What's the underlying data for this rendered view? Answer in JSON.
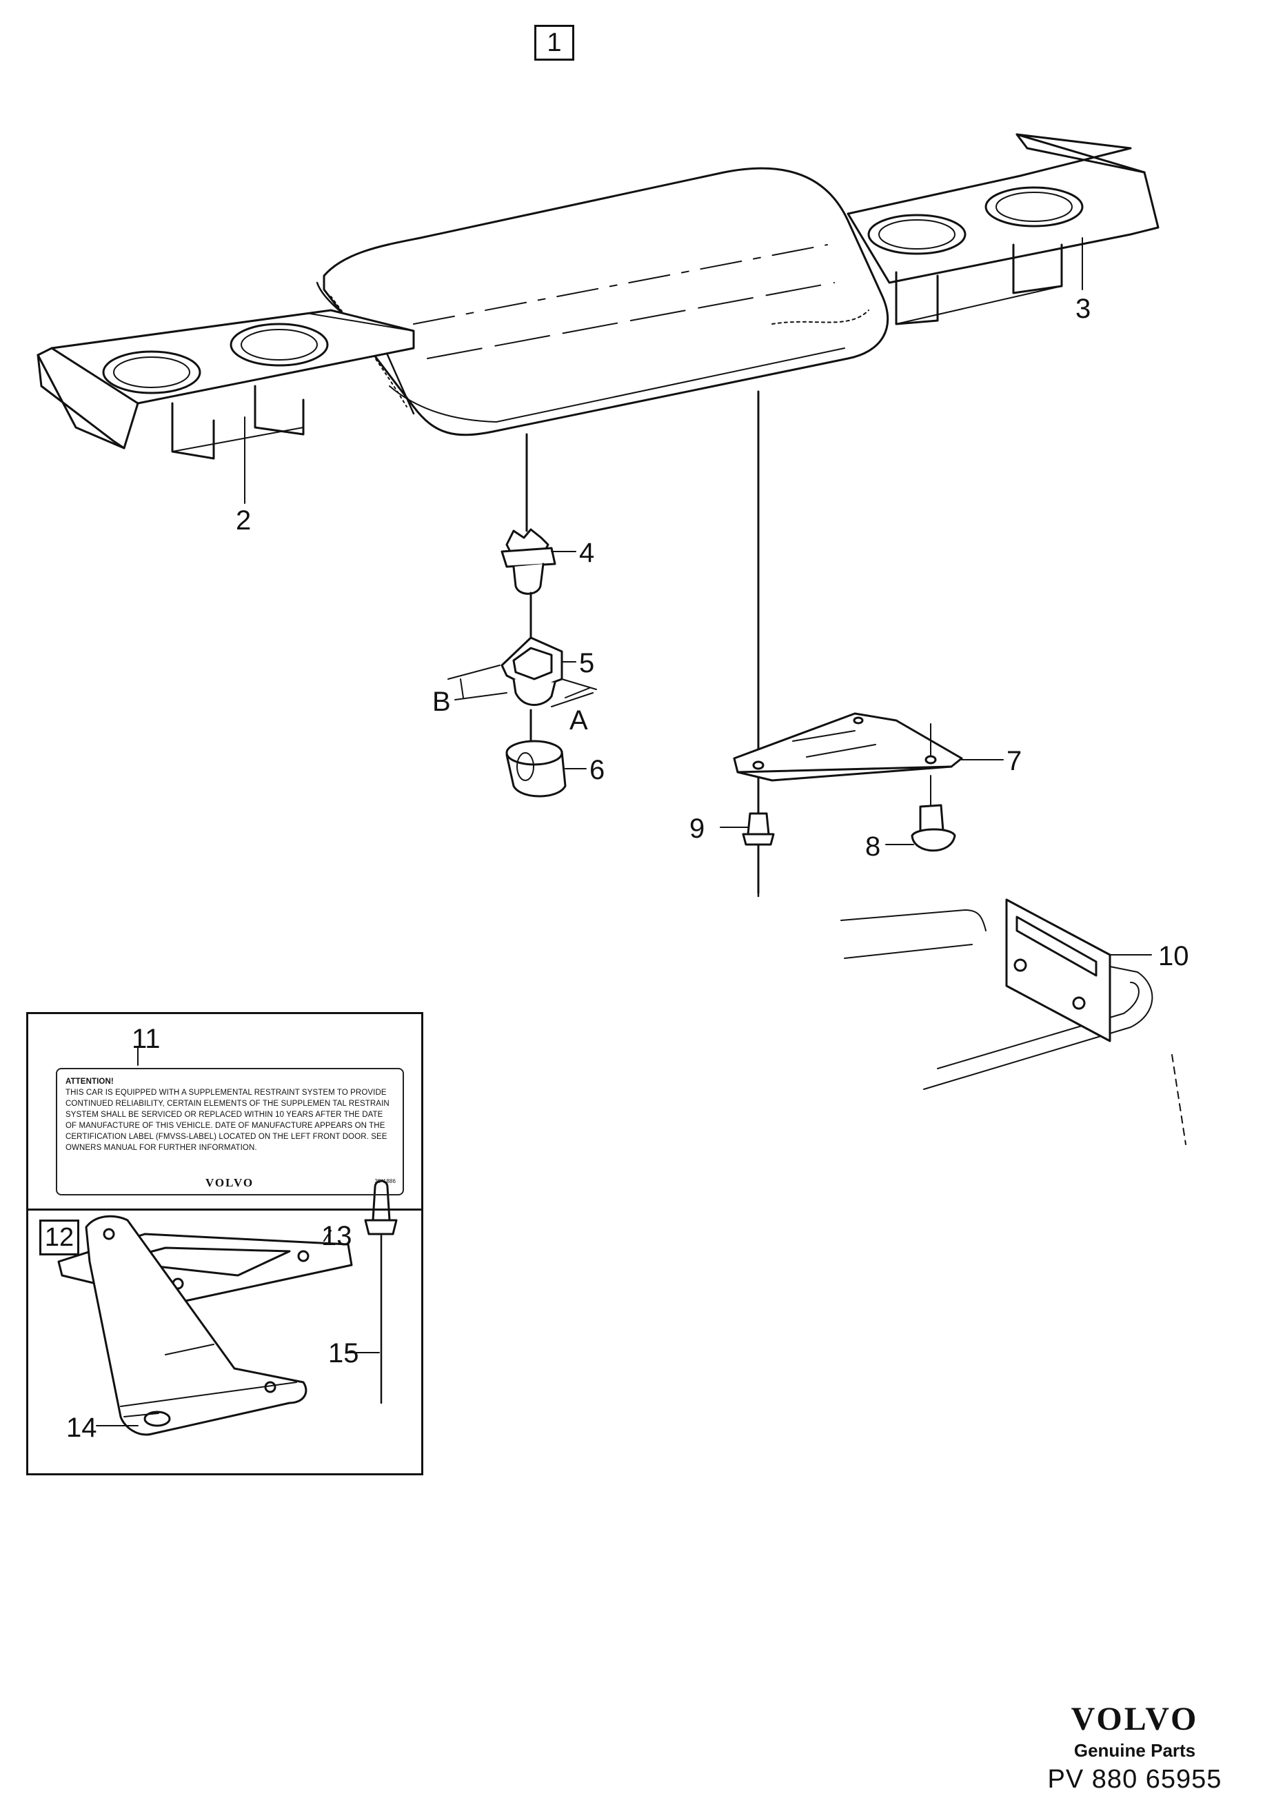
{
  "diagram": {
    "group_box_main": "1",
    "group_box_sub": "12",
    "callouts": [
      "2",
      "3",
      "4",
      "5",
      "6",
      "7",
      "8",
      "9",
      "10",
      "11",
      "13",
      "14",
      "15"
    ],
    "dimension_labels": {
      "a": "A",
      "b": "B"
    }
  },
  "label": {
    "heading": "ATTENTION!",
    "text": "THIS CAR IS EQUIPPED WITH A SUPPLEMENTAL RESTRAINT SYSTEM  TO PROVIDE CONTINUED RELIABILITY, CERTAIN ELEMENTS OF THE SUPPLEMEN TAL RESTRAIN SYSTEM SHALL BE SERVICED OR REPLACED WITHIN 10 YEARS AFTER THE DATE OF MANUFACTURE OF THIS VEHICLE. DATE OF MANUFACTURE APPEARS ON THE CERTIFICATION LABEL (FMVSS-LABEL) LOCATED ON THE LEFT FRONT DOOR. SEE OWNERS MANUAL FOR FURTHER INFORMATION.",
    "brand": "VOLVO",
    "code": "39*1886"
  },
  "footer": {
    "brand": "VOLVO",
    "subtitle": "Genuine Parts",
    "code": "PV 880  65955"
  }
}
